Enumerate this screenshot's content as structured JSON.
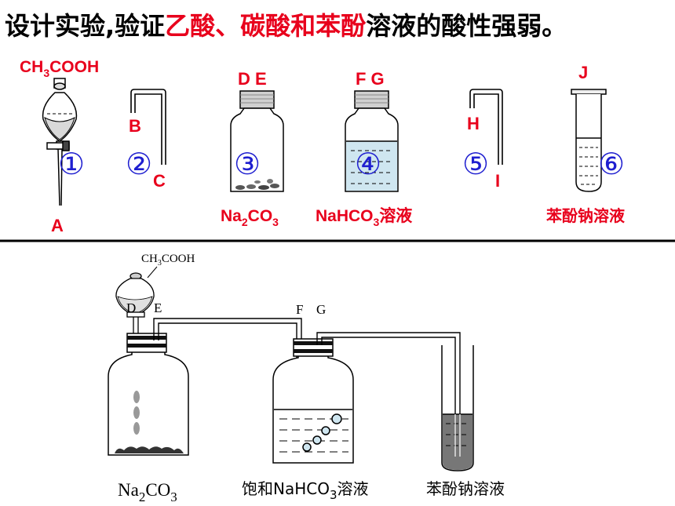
{
  "title": {
    "prefix": "设计实验,验证",
    "red1": "乙酸、碳酸和苯酚",
    "suffix": "溶液的酸性强弱。"
  },
  "colors": {
    "label_red": "#e8001c",
    "number_blue": "#1f1fd0",
    "liquid": "#cfe6f0"
  },
  "top": {
    "ch3cooh": {
      "a": "CH",
      "sub": "3",
      "b": "COOH"
    },
    "labels": {
      "A": "A",
      "B": "B",
      "C": "C",
      "DE": "D E",
      "FG": "F G",
      "H": "H",
      "I": "I",
      "J": "J"
    },
    "numbers": [
      "①",
      "②",
      "③",
      "④",
      "⑤",
      "⑥"
    ],
    "na2co3": {
      "a": "Na",
      "sub1": "2",
      "b": "CO",
      "sub2": "3"
    },
    "nahco3": {
      "a": "NaHCO",
      "sub": "3",
      "b": "溶液"
    },
    "phenolate": "苯酚钠溶液"
  },
  "bottom": {
    "ch3cooh": {
      "a": "CH",
      "sub": "3",
      "b": "COOH"
    },
    "labels": {
      "D": "D",
      "E": "E",
      "F": "F",
      "G": "G"
    },
    "na2co3": {
      "a": "Na",
      "sub1": "2",
      "b": "CO",
      "sub2": "3"
    },
    "nahco3": {
      "a": "饱和NaHCO",
      "sub": "3",
      "b": "溶液"
    },
    "phenolate": "苯酚钠溶液"
  }
}
